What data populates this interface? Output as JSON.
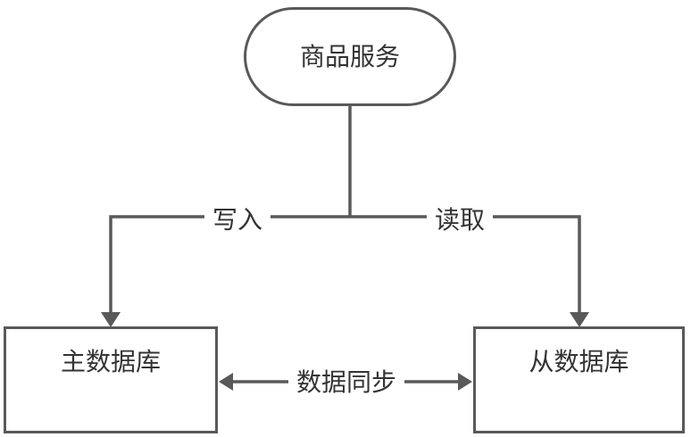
{
  "diagram": {
    "background_color": "#ffffff",
    "stroke_color": "#595959",
    "text_color": "#333333",
    "nodes": [
      {
        "id": "product-service",
        "label": "商品服务",
        "shape": "stadium"
      },
      {
        "id": "primary-db",
        "label": "主数据库",
        "shape": "rectangle"
      },
      {
        "id": "replica-db",
        "label": "从数据库",
        "shape": "rectangle"
      }
    ],
    "edges": [
      {
        "from": "product-service",
        "to": "primary-db",
        "label": "写入",
        "direction": "one-way"
      },
      {
        "from": "product-service",
        "to": "replica-db",
        "label": "读取",
        "direction": "one-way"
      },
      {
        "from": "primary-db",
        "to": "replica-db",
        "label": "数据同步",
        "direction": "two-way"
      }
    ]
  }
}
